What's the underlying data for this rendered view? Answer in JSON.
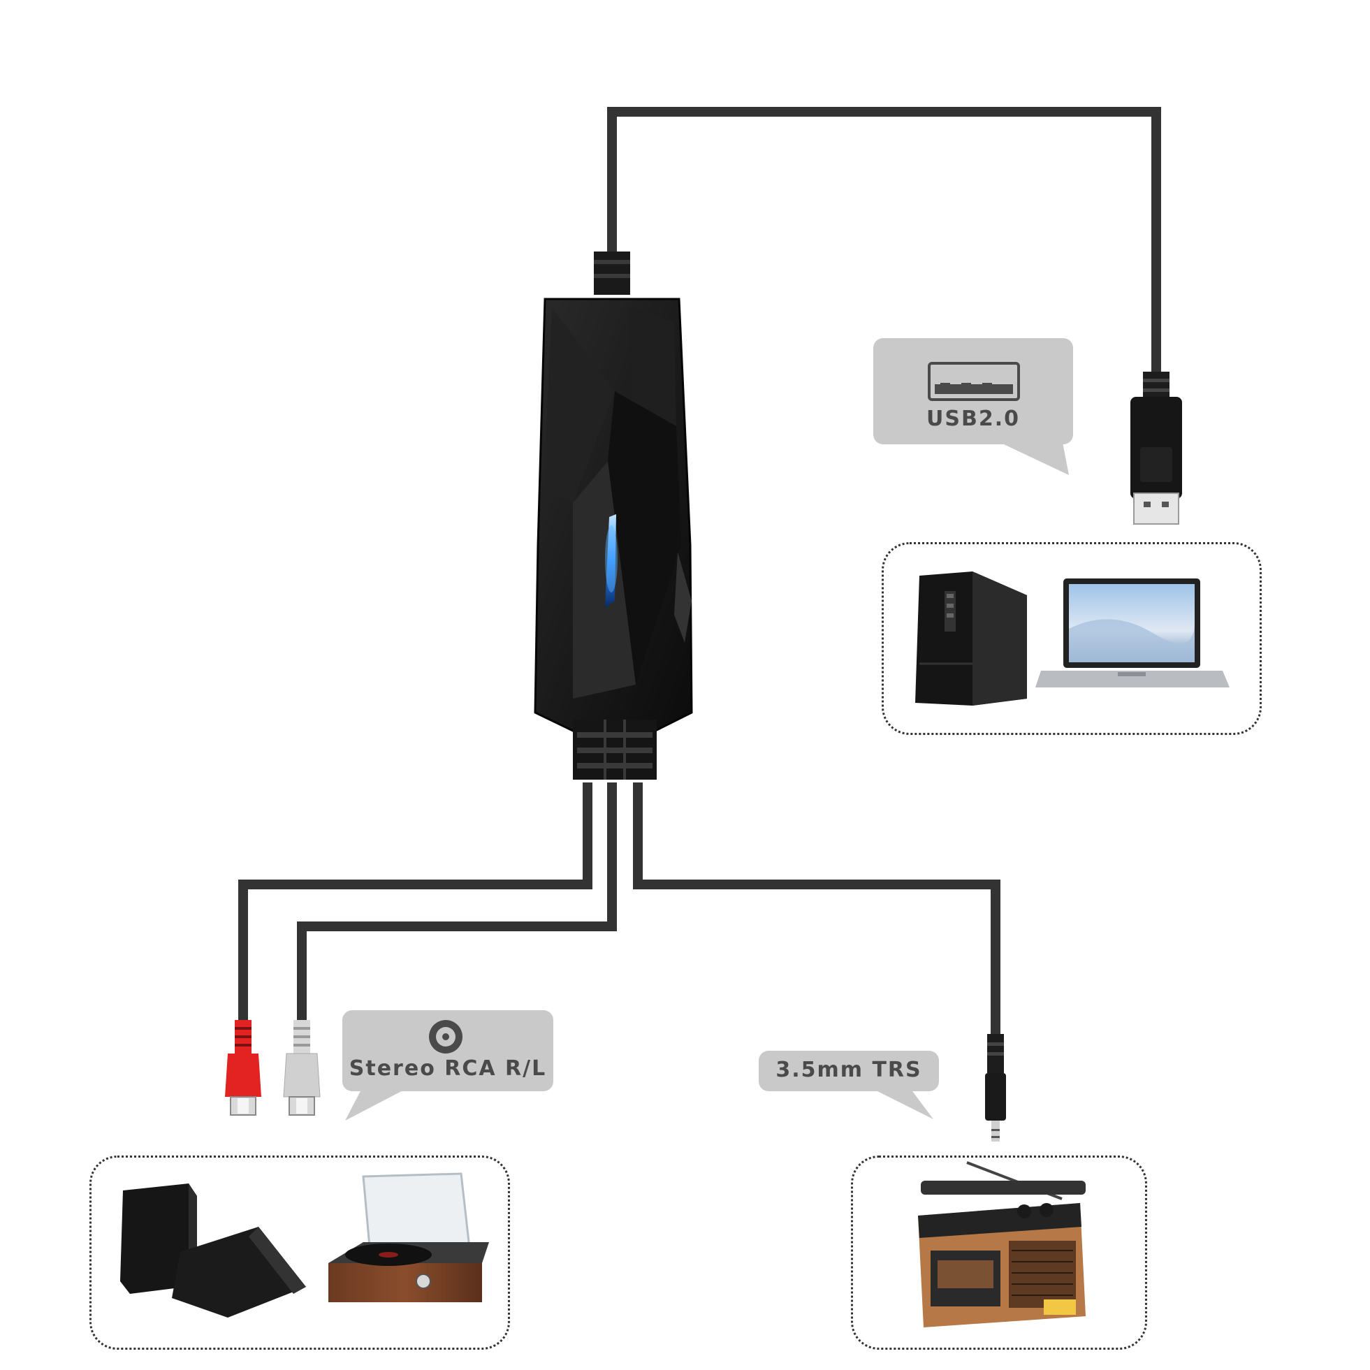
{
  "labels": {
    "usb": "USB2.0",
    "rca": "Stereo RCA R/L",
    "trs": "3.5mm TRS"
  },
  "colors": {
    "cable": "#333333",
    "callout": "#c9c9c9",
    "callout_text": "#4a4a4a",
    "rca_red": "#e32222",
    "rca_white": "#d8d8d8",
    "adapter_body": "#161616",
    "led": "#3aa0ff"
  },
  "icons": {
    "usb_port": "usb-port-icon",
    "disc": "disc-icon"
  }
}
